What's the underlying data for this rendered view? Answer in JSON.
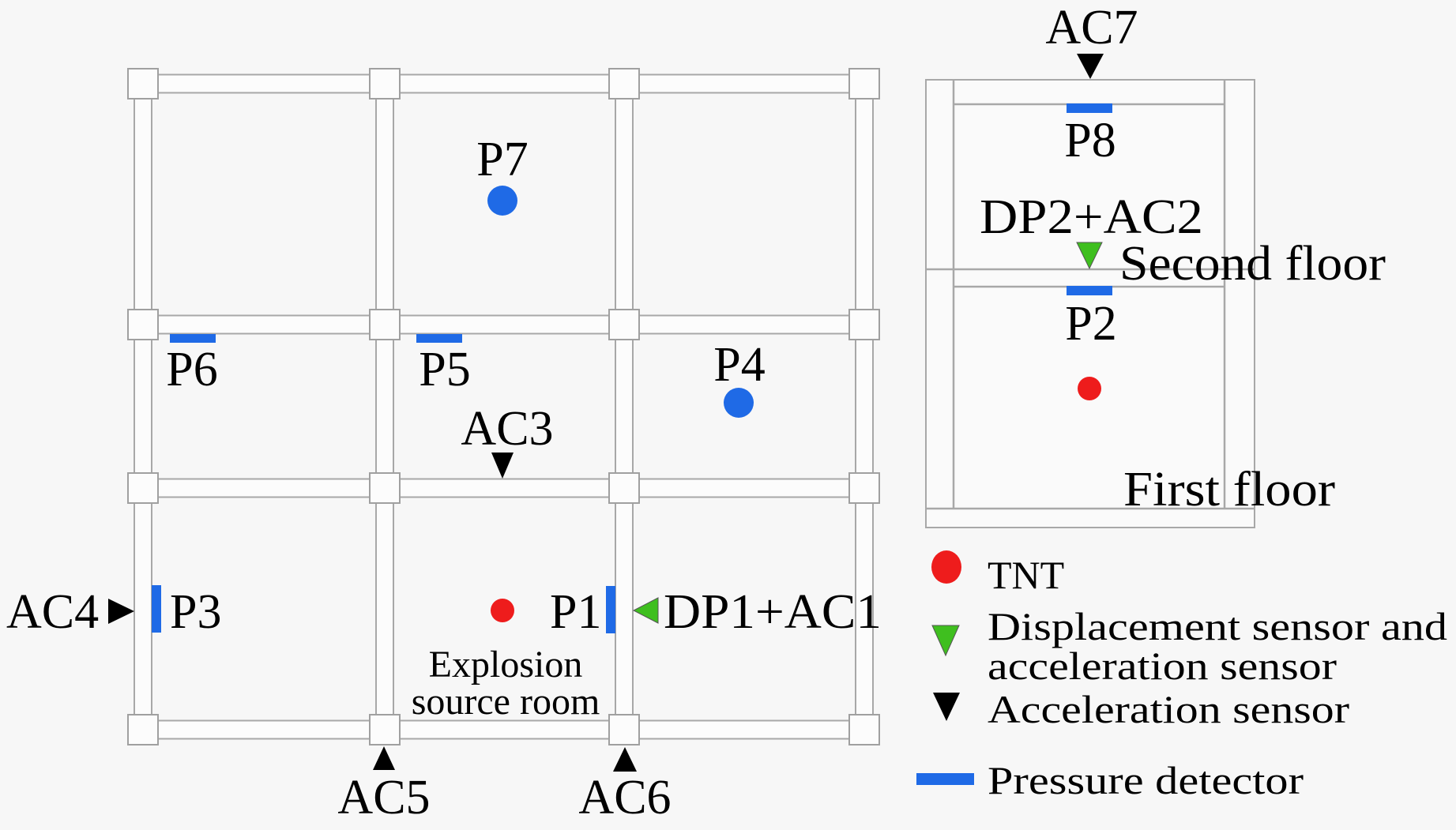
{
  "colors": {
    "background": "#f7f7f7",
    "structure_stroke": "#a8a8a8",
    "tnt": "#ee1c1c",
    "pressure": "#1f6ae6",
    "disp_acc": "#3fbf1f",
    "acc": "#000000"
  },
  "plan": {
    "pressure_labels": {
      "P1": "P1",
      "P3": "P3",
      "P4": "P4",
      "P5": "P5",
      "P6": "P6",
      "P7": "P7"
    },
    "acc_labels": {
      "AC3": "AC3",
      "AC4": "AC4",
      "AC5": "AC5",
      "AC6": "AC6"
    },
    "dp1": "DP1+AC1",
    "room_label_line1": "Explosion",
    "room_label_line2": "source room"
  },
  "elevation": {
    "ac7": "AC7",
    "p8": "P8",
    "p2": "P2",
    "dp2": "DP2+AC2",
    "second_floor": "Second floor",
    "first_floor": "First floor"
  },
  "legend": {
    "items": [
      {
        "icon": "red-circle-icon",
        "label": "TNT"
      },
      {
        "icon": "green-triangle-icon",
        "label_line1": "Displacement sensor and",
        "label_line2": "acceleration sensor"
      },
      {
        "icon": "black-triangle-icon",
        "label": "Acceleration sensor"
      },
      {
        "icon": "blue-bar-icon",
        "label": "Pressure detector"
      }
    ]
  }
}
